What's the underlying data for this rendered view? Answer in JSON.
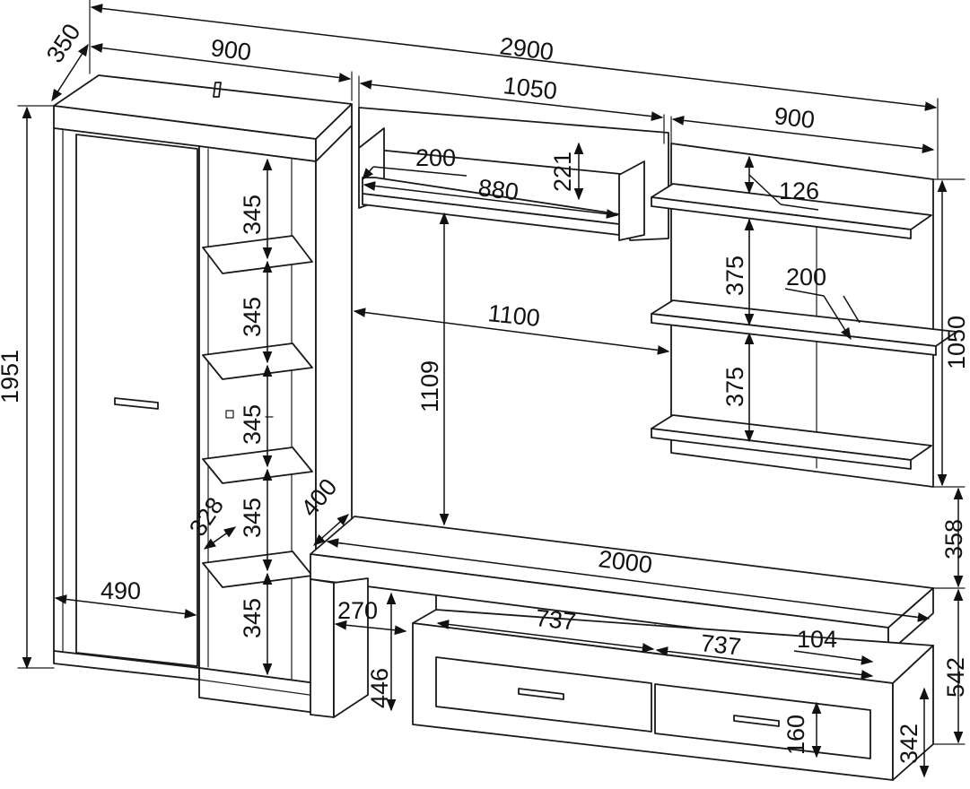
{
  "drawing": {
    "dimensions": {
      "depth_wardrobe": "350",
      "width_wardrobe": "900",
      "overall_width": "2900",
      "wall_panel_width": "1050",
      "shelf_unit_width": "900",
      "shelf_gap_1": "345",
      "shelf_gap_2": "345",
      "shelf_gap_3": "345",
      "shelf_gap_4": "345",
      "shelf_gap_5": "345",
      "overall_height": "1951",
      "inner_depth": "328",
      "door_width": "490",
      "top_shelf_depth": "200",
      "top_shelf_length": "880",
      "top_shelf_height": "221",
      "small_shelf_step": "126",
      "shelf_depth": "200",
      "shelf_spacing_1": "375",
      "shelf_spacing_2": "375",
      "wall_shelf_height": "1050",
      "gap_width": "1100",
      "gap_height": "1109",
      "tv_depth": "400",
      "tv_width": "2000",
      "clearance_offset": "358",
      "side_depth": "270",
      "side_height": "446",
      "niche_width_left": "737",
      "niche_width_right": "737",
      "niche_height": "104",
      "drawer_height": "160",
      "base_height": "342",
      "tv_total_height": "542"
    }
  }
}
